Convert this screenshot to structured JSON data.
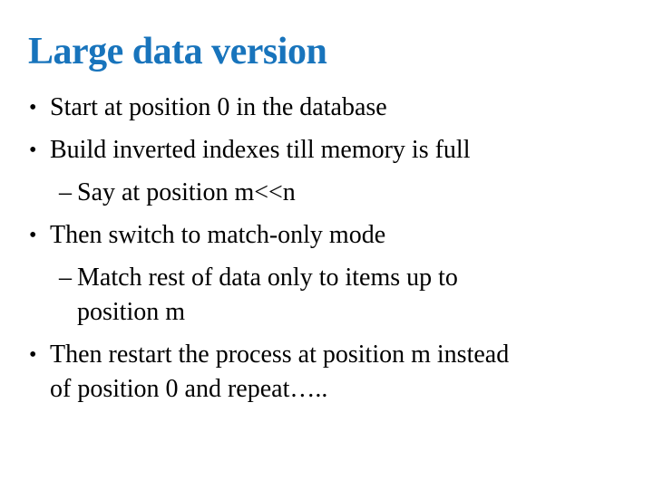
{
  "slide": {
    "background_color": "#FFFFFF",
    "title_color": "#1874BC",
    "text_color": "#000000",
    "title": "Large data version",
    "bullets": [
      {
        "level": 1,
        "marker": "•",
        "lines": [
          "Start at position 0 in the database"
        ]
      },
      {
        "level": 1,
        "marker": "•",
        "lines": [
          "Build inverted indexes till memory is full"
        ]
      },
      {
        "level": 2,
        "marker": "–",
        "lines": [
          "Say at position m<<n"
        ]
      },
      {
        "level": 1,
        "marker": "•",
        "lines": [
          "Then switch to match-only mode"
        ]
      },
      {
        "level": 2,
        "marker": "–",
        "lines": [
          "Match rest of data only to items up to",
          "position m"
        ]
      },
      {
        "level": 1,
        "marker": "•",
        "lines": [
          "Then restart the process at position m instead",
          "of position 0 and repeat….."
        ]
      }
    ]
  }
}
